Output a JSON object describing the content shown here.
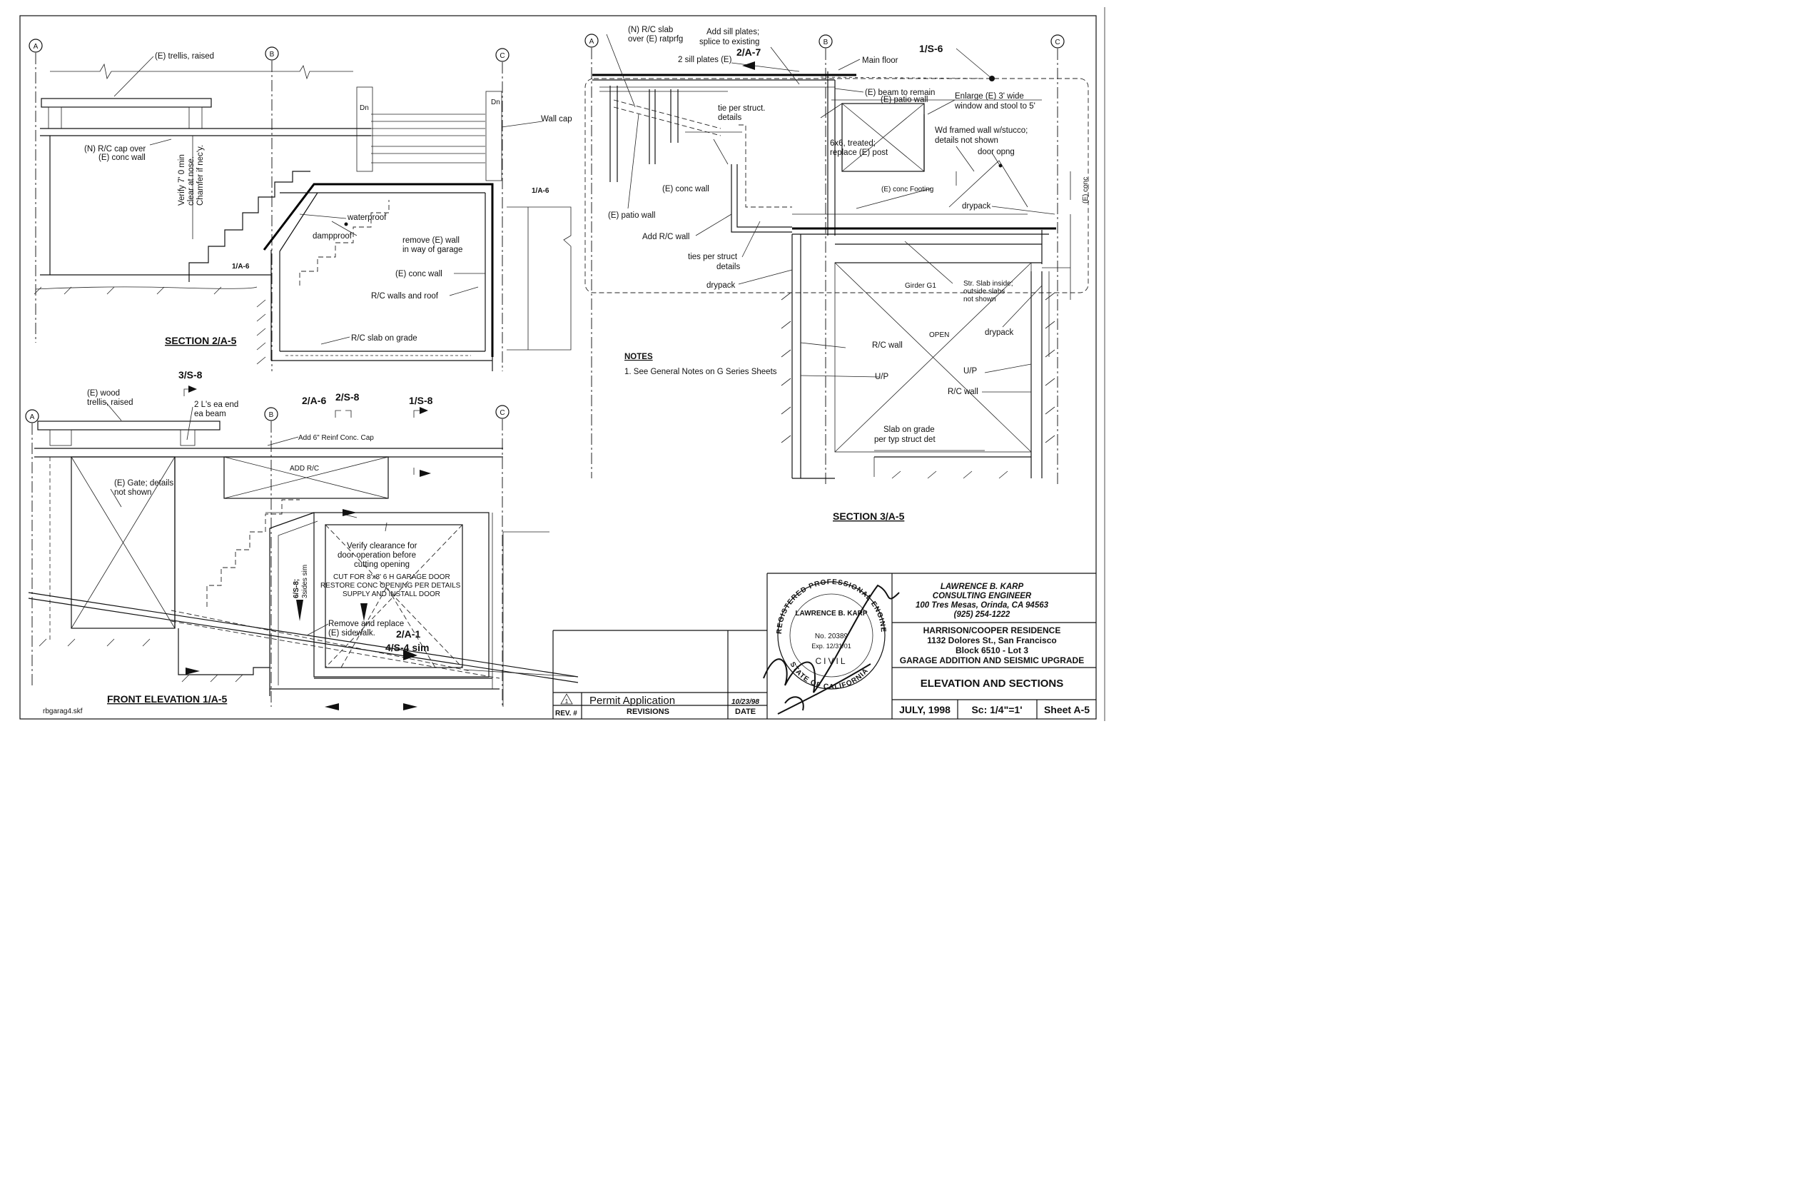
{
  "grid_markers": [
    "A",
    "B",
    "C"
  ],
  "section_2": {
    "title": "SECTION 2/A-5",
    "labels": {
      "trellis": "(E) trellis, raised",
      "cap": "(N) R/C cap over",
      "cap2": "(E) conc wall",
      "verify1": "Verify 7' 0 min",
      "verify2": "clear at nose.",
      "verify3": "Chamfer if nec'y.",
      "dn1": "Dn",
      "dn2": "Dn",
      "wall_cap": "Wall cap",
      "ref_1a6_top": "1/A-6",
      "ref_1a6_bot": "1/A-6",
      "waterproof": "waterproof",
      "dampproof": "dampproof",
      "remove1": "remove (E) wall",
      "remove2": "in  way of garage",
      "conc_wall": "(E) conc wall",
      "rc_walls": "R/C walls and roof",
      "slab": "R/C  slab on grade"
    }
  },
  "section_3": {
    "title": "SECTION 3/A-5",
    "labels": {
      "rc_slab1": "(N) R/C slab",
      "rc_slab2": "over (E) ratprfg",
      "sill1": "Add sill plates;",
      "sill2": "splice to existing",
      "sill_plates": "2 sill plates (E)",
      "ref_2a7": "2/A-7",
      "main_floor": "Main floor",
      "ref_1s6": "1/S-6",
      "beam": "(E) beam to remain",
      "patio_wall_top": "(E) patio wall",
      "enlarge1": "Enlarge (E) 3' wide",
      "enlarge2": "window and stool to 5'",
      "tie1": "tie per struct.",
      "tie2": "details",
      "post1": "6x6, treated;",
      "post2": "replace (E) post",
      "wd1": "Wd framed wall w/stucco;",
      "wd2": "details not shown",
      "door_opng": "door opng",
      "conc_wall": "(E) conc wall",
      "footing": "(E) conc Footing",
      "econc": "(E) conc",
      "drypack_r": "drypack",
      "patio_wall": "(E) patio wall",
      "add_rc": "Add R/C wall",
      "ties1": "ties per struct",
      "ties2": "details",
      "drypack_l": "drypack",
      "girder": "Girder G1",
      "str1": "Str. Slab inside;",
      "str2": "outside slabs",
      "str3": "not shown",
      "drypack_low": "drypack",
      "open": "OPEN",
      "rc_wall_l": "R/C wall",
      "up_l": "U/P",
      "up_r": "U/P",
      "rc_wall_r": "R/C wall",
      "sog1": "Slab on grade",
      "sog2": "per typ struct det"
    }
  },
  "notes": {
    "heading": "NOTES",
    "items": [
      "1. See General Notes on G Series Sheets"
    ]
  },
  "front_elevation": {
    "title": "FRONT ELEVATION 1/A-5",
    "labels": {
      "ref_3s8": "3/S-8",
      "trellis1": "(E) wood",
      "trellis2": "trellis, raised",
      "ls1": "2 L's ea end",
      "ls2": "ea beam",
      "ref_2a6": "2/A-6",
      "ref_2s8": "2/S-8",
      "ref_1s8": "1/S-8",
      "cap": "Add 6\" Reinf Conc. Cap",
      "add_rc": "ADD R/C",
      "gate1": "(E) Gate; details",
      "gate2": "not shown",
      "verify1": "Verify clearance for",
      "verify2": "door operation before",
      "verify3": "cutting opening",
      "cut1": "CUT FOR 8'x8' 6 H GARAGE DOOR",
      "cut2": "RESTORE CONC OPENING PER DETAILS",
      "cut3": "SUPPLY AND INSTALL DOOR",
      "ref_6s8": "6/S-8;",
      "ref_6s8b": "3sides sim",
      "remove1": "Remove and replace",
      "remove2": "(E) sidewalk.",
      "ref_2a1": "2/A-1",
      "ref_4s4": "4/S-4 sim"
    }
  },
  "file_name": "rbgarag4.skf",
  "revisions": {
    "rev_symbol": "1",
    "description": "Permit Application",
    "date": "10/23/98",
    "col_rev": "REV. #",
    "col_revisions": "REVISIONS",
    "col_date": "DATE"
  },
  "title_block": {
    "engineer": "LAWRENCE B. KARP",
    "role": "CONSULTING ENGINEER",
    "address": "100 Tres Mesas, Orinda, CA 94563",
    "phone": "(925) 254-1222",
    "project": "HARRISON/COOPER RESIDENCE",
    "street": "1132 Dolores St., San Francisco",
    "block": "Block 6510 - Lot 3",
    "scope": "GARAGE ADDITION AND SEISMIC UPGRADE",
    "sheet_title": "ELEVATION AND SECTIONS",
    "date": "JULY, 1998",
    "scale": "Sc:  1/4\"=1'",
    "sheet": "Sheet A-5"
  },
  "stamp": {
    "ring_top": "REGISTERED PROFESSIONAL ENGINEER",
    "ring_bottom": "STATE OF CALIFORNIA",
    "name": "LAWRENCE B. KARP",
    "number": "No. 20389",
    "exp": "Exp. 12/31/01",
    "discipline": "CIVIL"
  }
}
